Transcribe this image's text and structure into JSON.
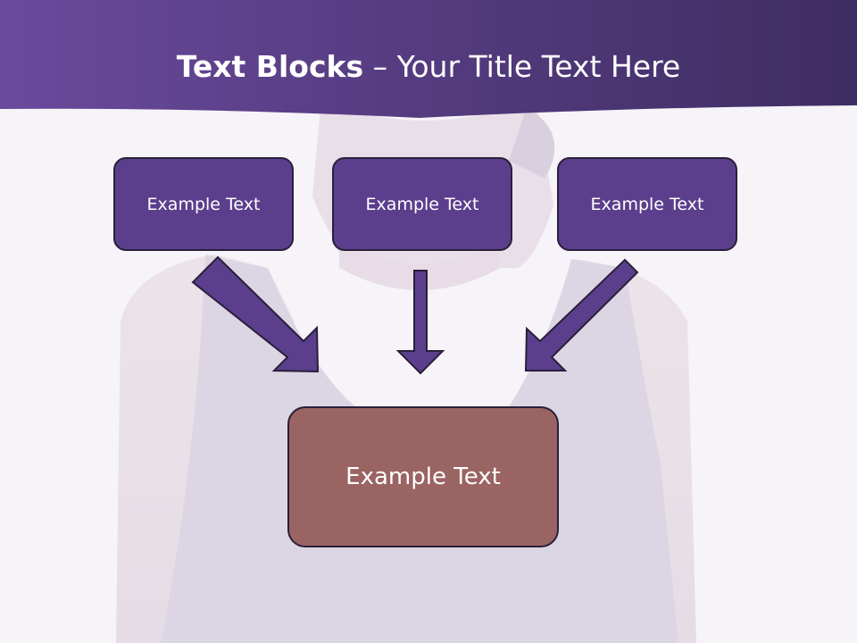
{
  "title": {
    "bold": "Text Blocks",
    "separator": " – ",
    "rest": "Your Title Text Here"
  },
  "boxes": {
    "left": "Example Text",
    "center": "Example Text",
    "right": "Example Text",
    "bottom": "Example Text"
  },
  "colors": {
    "header": "#5b3f8c",
    "box_top": "#5b3f8c",
    "box_bottom": "#9a6463",
    "arrow": "#5b3f8c",
    "background": "#f6f3f9"
  }
}
